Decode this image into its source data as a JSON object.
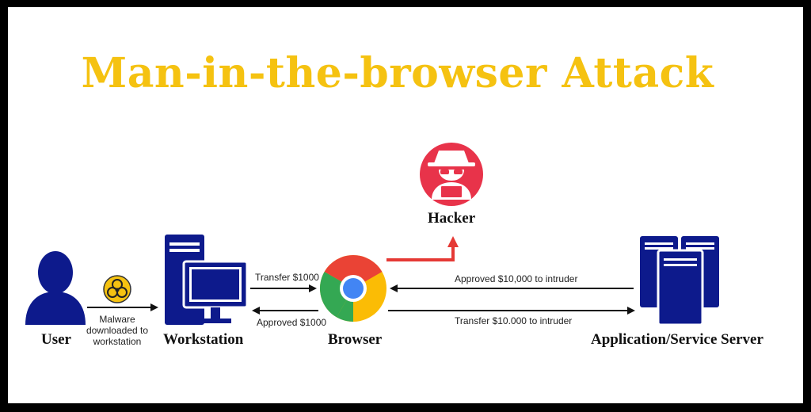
{
  "title": "Man-in-the-browser Attack",
  "nodes": {
    "user": "User",
    "workstation": "Workstation",
    "browser": "Browser",
    "hacker": "Hacker",
    "server": "Application/Service Server"
  },
  "edges": {
    "malware_line1": "Malware",
    "malware_line2": "downloaded to",
    "malware_line3": "workstation",
    "transfer_1000": "Transfer $1000",
    "approved_1000": "Approved $1000",
    "approved_10000": "Approved $10,000 to intruder",
    "transfer_10000": "Transfer $10.000 to intruder"
  },
  "colors": {
    "title": "#f5c211",
    "icon_blue": "#0d1a8c",
    "hacker_red": "#e8334a",
    "attack_arrow": "#e53935"
  },
  "icons": [
    "user-icon",
    "biohazard-icon",
    "workstation-icon",
    "chrome-browser-icon",
    "hacker-icon",
    "server-icon"
  ]
}
